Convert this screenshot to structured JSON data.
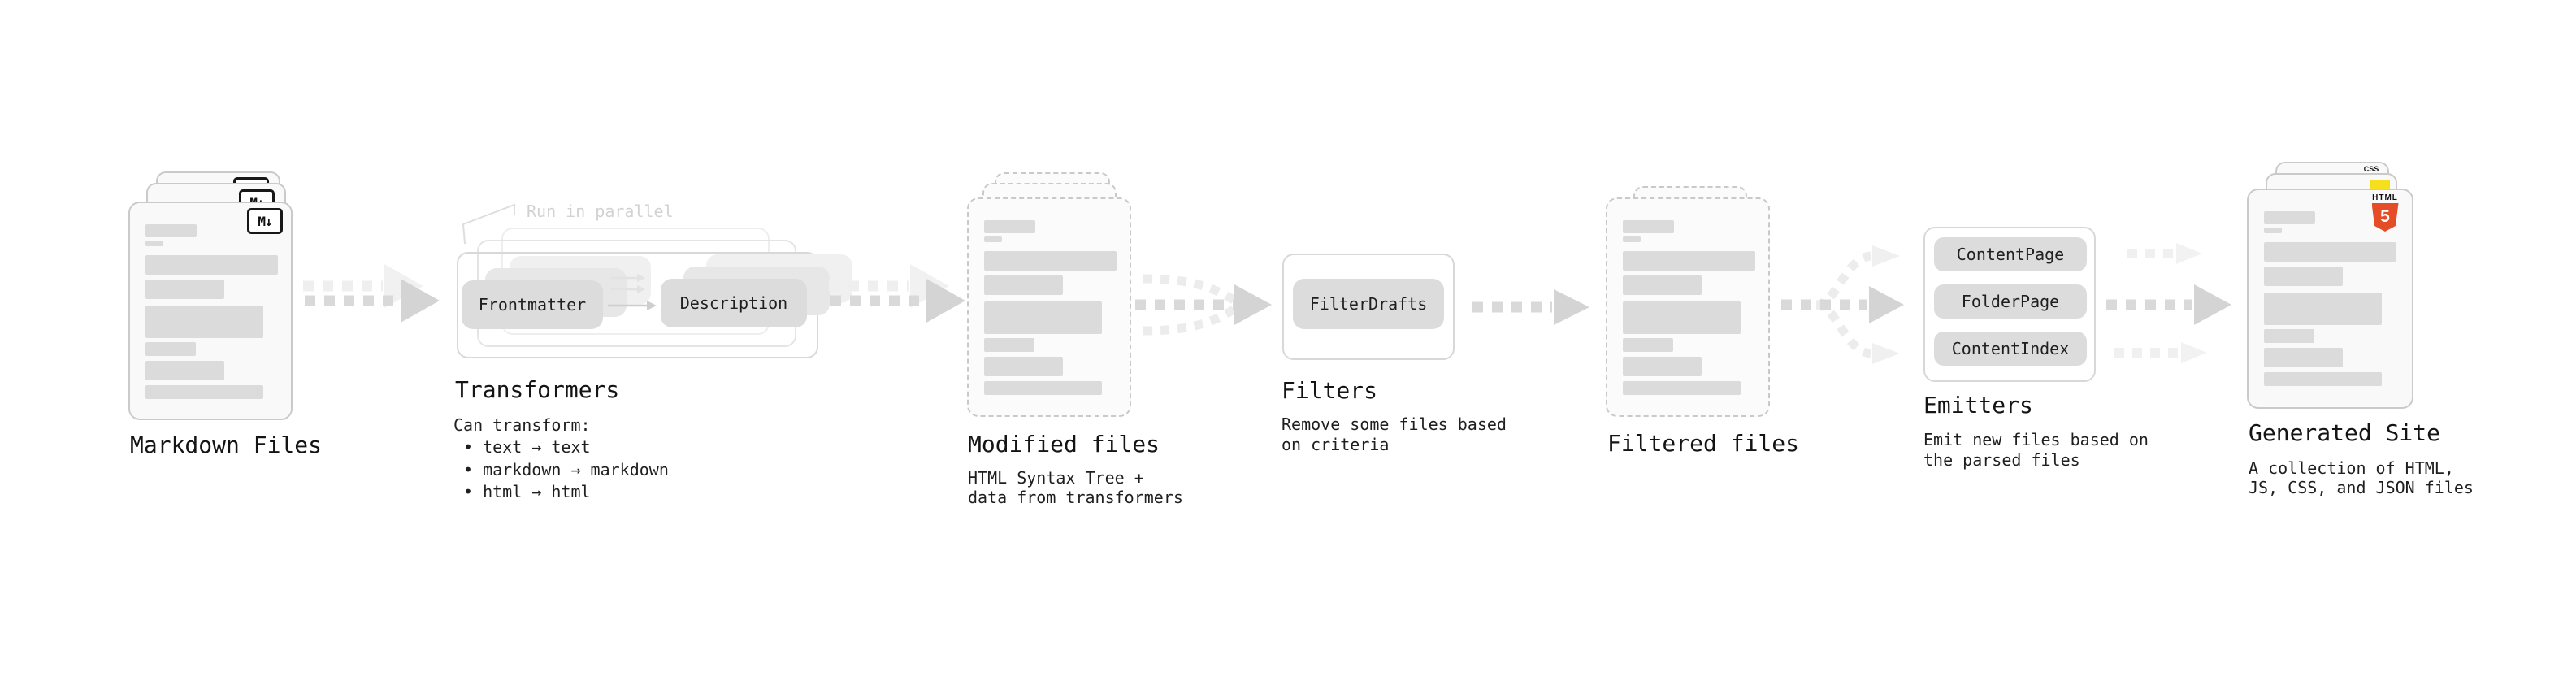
{
  "stages": {
    "markdown": {
      "title": "Markdown Files"
    },
    "transformers": {
      "title": "Transformers",
      "note": "Run in parallel",
      "desc_heading": "Can transform:",
      "b1": "• text → text",
      "b2": "• markdown → markdown",
      "b3": "• html → html",
      "btn_frontmatter": "Frontmatter",
      "btn_description": "Description"
    },
    "modified": {
      "title": "Modified files",
      "d1": "HTML Syntax Tree +",
      "d2": "data from transformers"
    },
    "filters": {
      "title": "Filters",
      "d1": "Remove some files based",
      "d2": "on criteria",
      "btn_filterdrafts": "FilterDrafts"
    },
    "filtered": {
      "title": "Filtered files"
    },
    "emitters": {
      "title": "Emitters",
      "d1": "Emit new files based on",
      "d2": "the parsed files",
      "btn_contentpage": "ContentPage",
      "btn_folderpage": "FolderPage",
      "btn_contentindex": "ContentIndex"
    },
    "generated": {
      "title": "Generated Site",
      "d1": "A collection of HTML,",
      "d2": "JS, CSS, and JSON files"
    }
  },
  "badges": {
    "markdown": "M↓",
    "css": "CSS",
    "html_word": "HTML",
    "html_num": "5"
  },
  "colors": {
    "html5_orange": "#e44d26",
    "js_yellow": "#f6df1e",
    "css_blue": "#2b6be0"
  }
}
